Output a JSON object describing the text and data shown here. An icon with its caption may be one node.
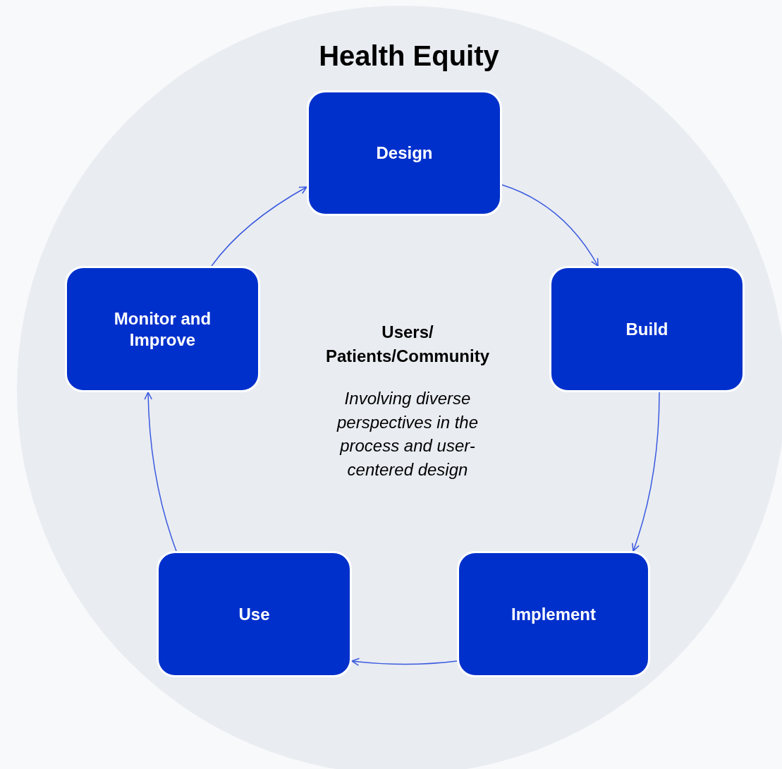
{
  "diagram": {
    "nodes": [
      {
        "text": [
          "Health Equity",
          "Users/ Patients/Community",
          "Involving diverse perspectives in the process and user-centered design"
        ]
      },
      {
        "text": [
          "Design"
        ],
        "in": 0
      },
      {
        "text": [
          "Build"
        ],
        "in": 0
      },
      {
        "text": [
          "Implement"
        ],
        "in": 0
      },
      {
        "text": [
          "Use"
        ],
        "in": 0
      },
      {
        "text": [
          "Monitor and Improve"
        ],
        "in": 0
      }
    ],
    "edges": [
      {
        "from": 1,
        "to": 2,
        "arrow": "to"
      },
      {
        "from": 2,
        "to": 3,
        "arrow": "to"
      },
      {
        "from": 3,
        "to": 4,
        "arrow": "to"
      },
      {
        "from": 4,
        "to": 5,
        "arrow": "to"
      },
      {
        "from": 5,
        "to": 1,
        "arrow": "to"
      }
    ]
  }
}
